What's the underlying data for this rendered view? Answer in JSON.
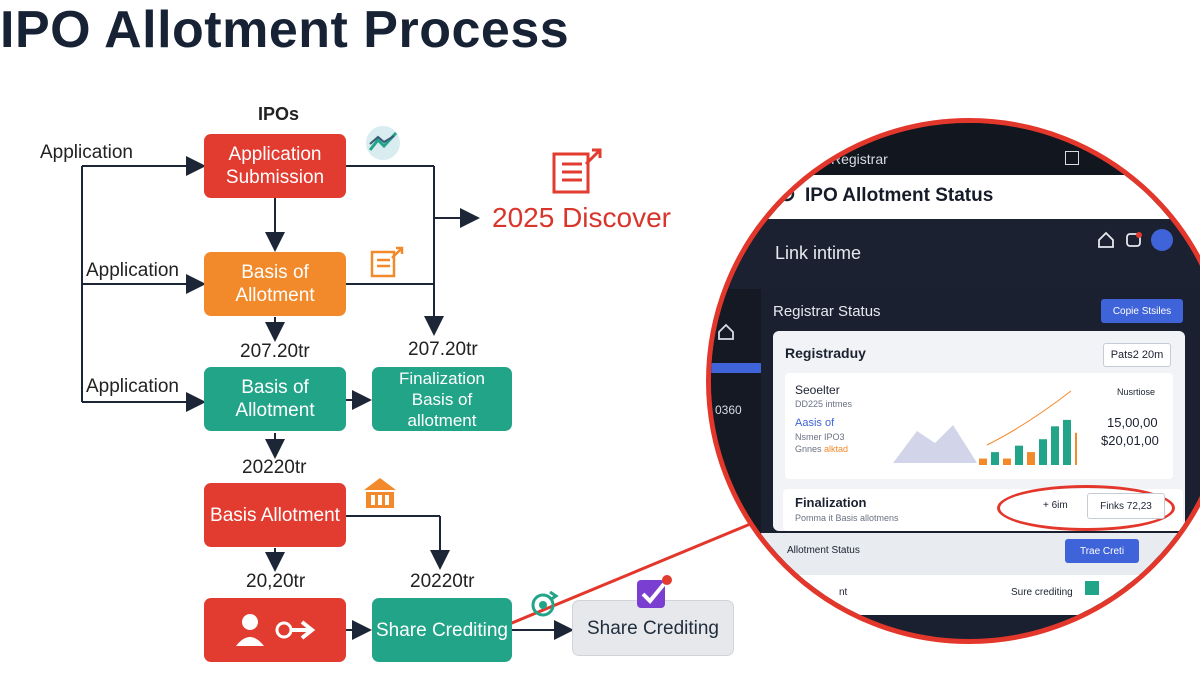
{
  "title": "IPO Allotment Process",
  "flow": {
    "top_label": "IPOs",
    "side_labels": [
      "Application",
      "Application",
      "Application"
    ],
    "boxes": {
      "application_submission": "Application Submission",
      "basis_of_allotment_1": "Basis of Allotment",
      "basis_of_allotment_2": "Basis of Allotment",
      "finalization": "Finalization Basis of allotment",
      "basis_allotment": "Basis Allotment",
      "share_crediting_1": "Share Crediting",
      "share_crediting_2": "Share Crediting"
    },
    "numbers": [
      "207.20tr",
      "207.20tr",
      "20220tr",
      "20,20tr",
      "20220tr"
    ],
    "discover_text": "2025 Discover"
  },
  "magnified_app": {
    "tab_label": "Registrar",
    "header_title": "IPO Allotment Status",
    "brand": "Link intime",
    "section_title": "Registrar Status",
    "section_button": "Copie Stsiles",
    "sidebar_numbers": [
      "0360"
    ],
    "card": {
      "title": "Registraduy",
      "badge": "Pats2 20m",
      "inner_title": "Seoelter",
      "inner_sub": "DD225 intmes",
      "link_text": "Aasis of",
      "line3": "Nsmer IPO3",
      "line4": "Gnnes ",
      "line4_highlight": "alktad",
      "right_label": "Nusrtiose",
      "value_1": "15,00,00",
      "value_2": "$20,01,00"
    },
    "finalization": {
      "title": "Finalization",
      "subtitle": "Pomma it Basis allotmens",
      "mid_text": "+ 6im",
      "date_box": "Finks 72,23"
    },
    "allotment_status_label": "Allotment Status",
    "allotment_button": "Trae Creti",
    "bottom_left": "nt",
    "bottom_right": "Sure crediting"
  },
  "chart_data": {
    "type": "bar",
    "values": [
      1,
      2,
      1,
      3,
      2,
      4,
      6,
      7,
      5,
      8,
      7,
      9
    ],
    "colors": [
      "#f2892a",
      "#22a488",
      "#f2892a",
      "#22a488",
      "#f2892a",
      "#22a488",
      "#22a488",
      "#22a488",
      "#f2892a",
      "#22a488",
      "#e23b2f",
      "#f2892a"
    ]
  }
}
